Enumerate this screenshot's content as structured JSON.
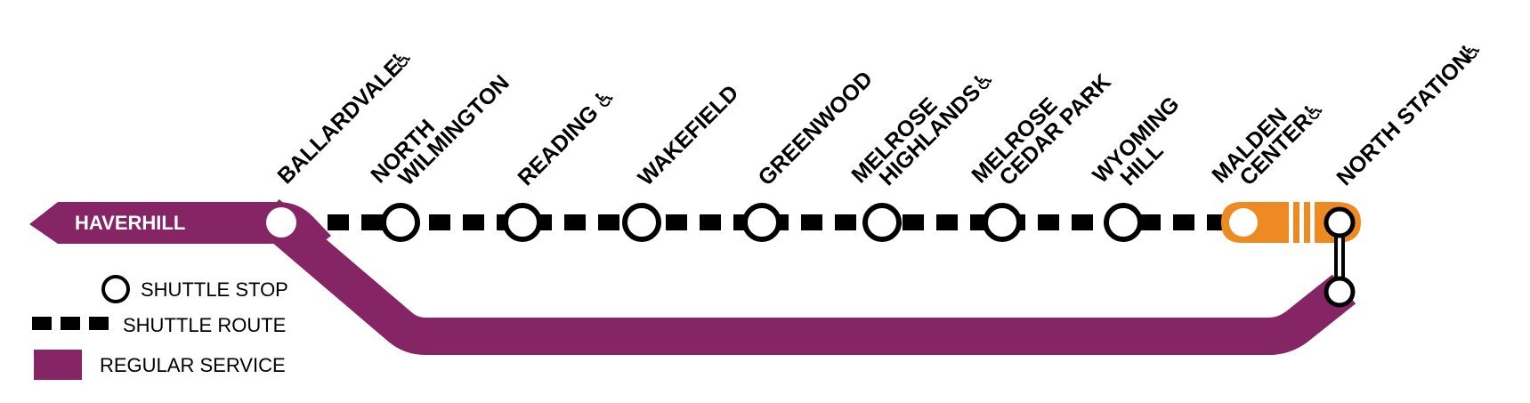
{
  "colors": {
    "regular_service": "#862566",
    "shuttle": "#000000",
    "orange_line": "#ED8B22"
  },
  "line": {
    "terminus": "HAVERHILL"
  },
  "stations": [
    {
      "label_lines": [
        "BALLARDVALE"
      ],
      "accessible": true,
      "icon": "accessible-icon"
    },
    {
      "label_lines": [
        "NORTH",
        "WILMINGTON"
      ],
      "accessible": false
    },
    {
      "label_lines": [
        "READING"
      ],
      "accessible": true,
      "icon": "accessible-icon"
    },
    {
      "label_lines": [
        "WAKEFIELD"
      ],
      "accessible": false
    },
    {
      "label_lines": [
        "GREENWOOD"
      ],
      "accessible": false
    },
    {
      "label_lines": [
        "MELROSE",
        "HIGHLANDS"
      ],
      "accessible": true,
      "icon": "accessible-icon"
    },
    {
      "label_lines": [
        "MELROSE",
        "CEDAR PARK"
      ],
      "accessible": false
    },
    {
      "label_lines": [
        "WYOMING",
        "HILL"
      ],
      "accessible": false
    },
    {
      "label_lines": [
        "MALDEN",
        "CENTER"
      ],
      "accessible": true,
      "icon": "accessible-icon"
    },
    {
      "label_lines": [
        "NORTH STATION"
      ],
      "accessible": true,
      "icon": "accessible-icon"
    }
  ],
  "accessible_glyph": "♿",
  "legend": {
    "shuttle_stop": "SHUTTLE STOP",
    "shuttle_route": "SHUTTLE ROUTE",
    "regular_service": "REGULAR SERVICE"
  }
}
